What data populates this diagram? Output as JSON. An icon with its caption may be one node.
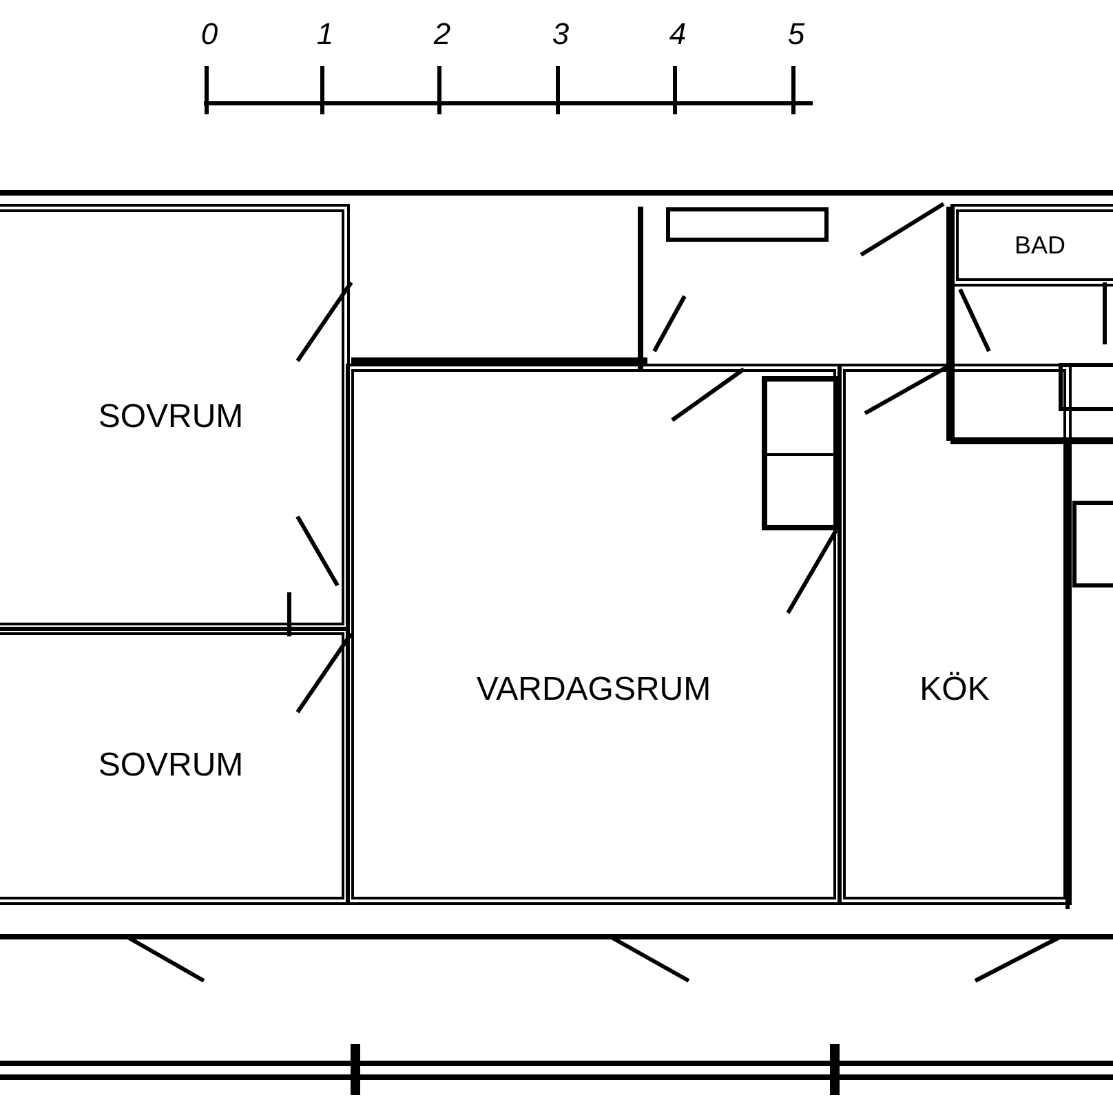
{
  "diagram": {
    "nodes": [
      {
        "text": [
          "SOVRUM"
        ]
      },
      {
        "text": [
          "BAD"
        ]
      },
      {
        "text": [
          "SOVRUM"
        ]
      },
      {
        "text": [
          "VARDAGSRUM"
        ]
      },
      {
        "text": [
          "KÖK"
        ]
      }
    ],
    "labels": [
      "0",
      "1",
      "2",
      "3",
      "4",
      "5"
    ]
  }
}
